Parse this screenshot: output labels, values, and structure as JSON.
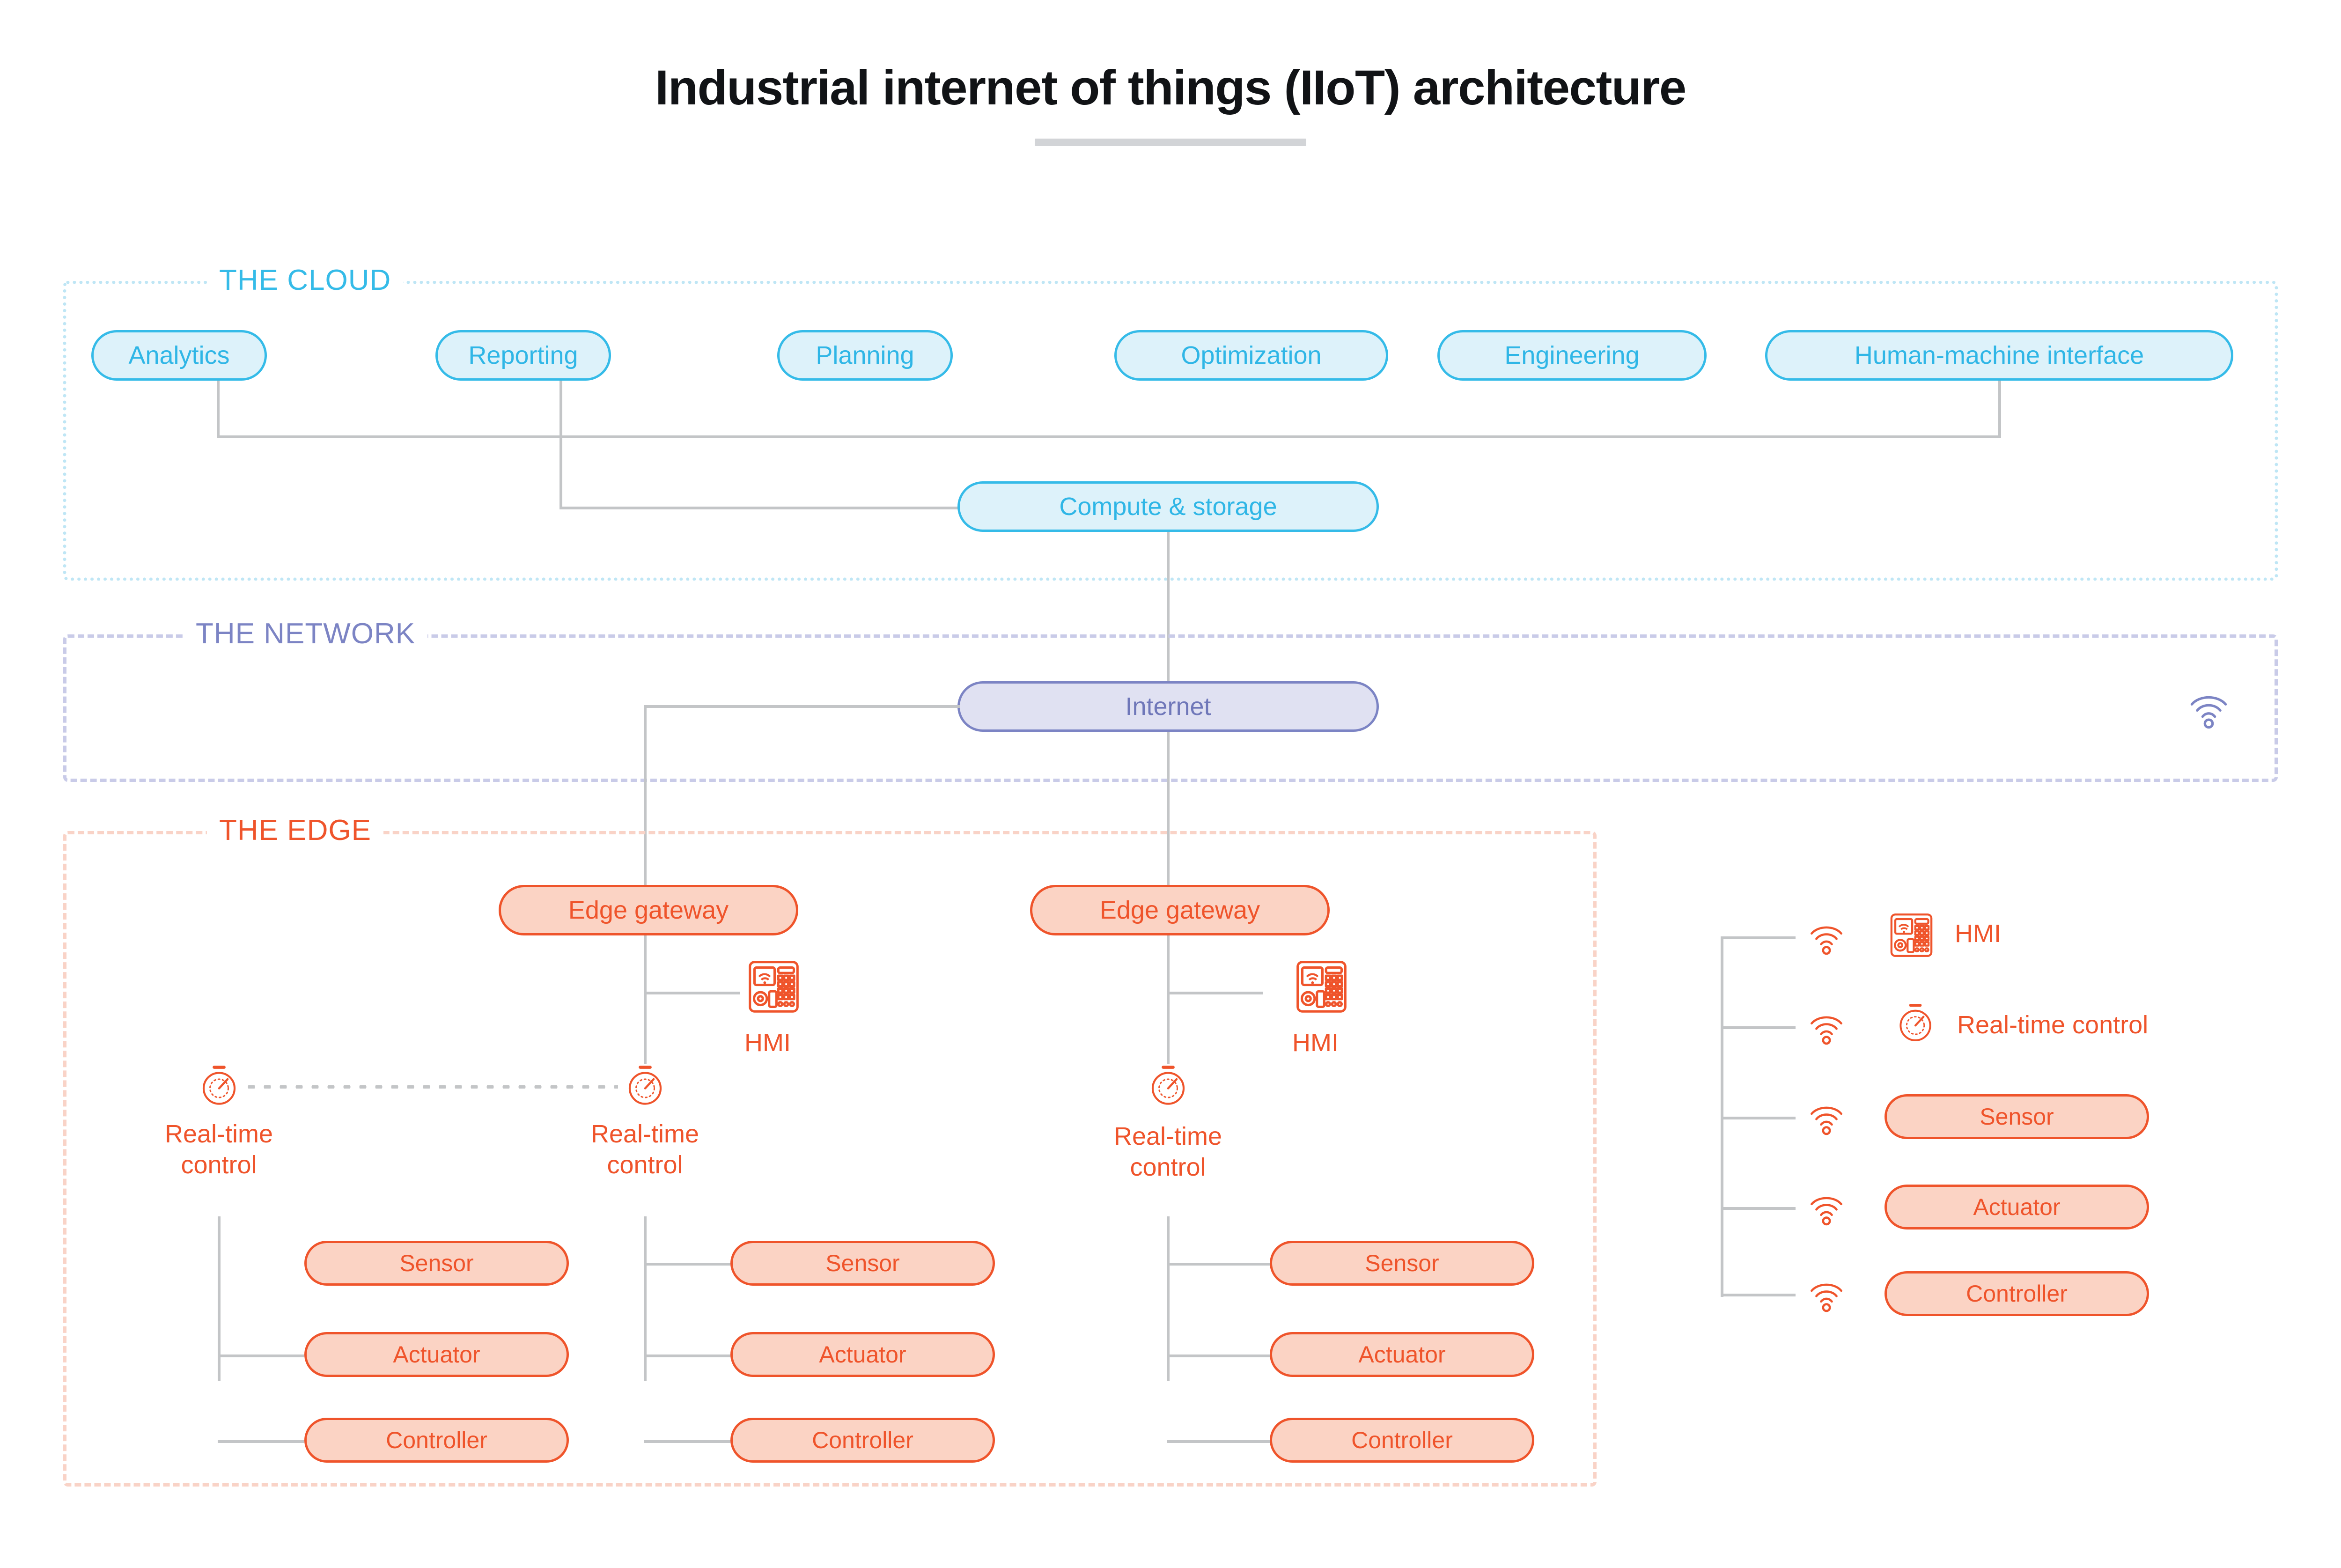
{
  "title": "Industrial internet of things (IIoT) architecture",
  "zones": {
    "cloud": {
      "label": "THE CLOUD",
      "color": "#35bbe8"
    },
    "network": {
      "label": "THE NETWORK",
      "color": "#7c84c4"
    },
    "edge": {
      "label": "THE EDGE",
      "color": "#ef542b"
    }
  },
  "cloud": {
    "services": [
      {
        "label": "Analytics"
      },
      {
        "label": "Reporting"
      },
      {
        "label": "Planning"
      },
      {
        "label": "Optimization"
      },
      {
        "label": "Engineering"
      },
      {
        "label": "Human-machine interface"
      }
    ],
    "hub": {
      "label": "Compute & storage"
    }
  },
  "network": {
    "node": {
      "label": "Internet"
    },
    "wifi_icon": "wifi-icon"
  },
  "edge": {
    "columns": [
      {
        "gateway": null,
        "control": {
          "label": "Real-time\ncontrol",
          "icon": "stopwatch-icon"
        },
        "hmi": null,
        "devices": [
          {
            "label": "Sensor"
          },
          {
            "label": "Actuator"
          },
          {
            "label": "Controller"
          }
        ]
      },
      {
        "gateway": {
          "label": "Edge gateway"
        },
        "control": {
          "label": "Real-time\ncontrol",
          "icon": "stopwatch-icon"
        },
        "hmi": {
          "label": "HMI",
          "icon": "hmi-panel-icon"
        },
        "devices": [
          {
            "label": "Sensor"
          },
          {
            "label": "Actuator"
          },
          {
            "label": "Controller"
          }
        ]
      },
      {
        "gateway": {
          "label": "Edge gateway"
        },
        "control": {
          "label": "Real-time\ncontrol",
          "icon": "stopwatch-icon"
        },
        "hmi": {
          "label": "HMI",
          "icon": "hmi-panel-icon"
        },
        "devices": [
          {
            "label": "Sensor"
          },
          {
            "label": "Actuator"
          },
          {
            "label": "Controller"
          }
        ]
      }
    ]
  },
  "legend": {
    "items": [
      {
        "label": "HMI",
        "icon": "hmi-panel-icon",
        "kind": "icon",
        "wifi": "wifi-icon"
      },
      {
        "label": "Real-time control",
        "icon": "stopwatch-icon",
        "kind": "icon",
        "wifi": "wifi-icon"
      },
      {
        "label": "Sensor",
        "icon": null,
        "kind": "pill",
        "wifi": "wifi-icon"
      },
      {
        "label": "Actuator",
        "icon": null,
        "kind": "pill",
        "wifi": "wifi-icon"
      },
      {
        "label": "Controller",
        "icon": null,
        "kind": "pill",
        "wifi": "wifi-icon"
      }
    ]
  },
  "colors": {
    "cloud_accent": "#35bbe8",
    "cloud_fill": "#ddf2fa",
    "network_accent": "#7c84c4",
    "network_fill": "#e0e1f2",
    "edge_accent": "#ef542b",
    "edge_fill": "#fbd3c4",
    "connector": "#c3c5c7",
    "title": "#111316"
  }
}
